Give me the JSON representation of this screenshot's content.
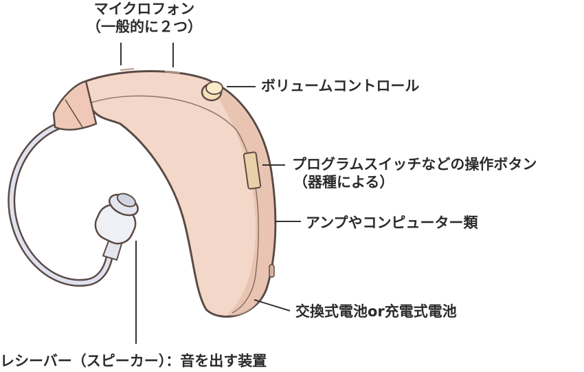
{
  "labels": {
    "microphone_line1": "マイクロフォン",
    "microphone_line2": "（一般的に２つ）",
    "volume": "ボリュームコントロール",
    "program_line1": "プログラムスイッチなどの操作ボタン",
    "program_line2": "（器種による）",
    "amp": "アンプやコンピューター類",
    "battery": "交換式電池or充電式電池",
    "receiver": "レシーバー（スピーカー）：音を出す装置"
  },
  "colors": {
    "body_fill": "#f3d7c9",
    "body_shade": "#e6bfad",
    "outline": "#5a4a44",
    "tube": "#d9dce8",
    "leader_line": "#333333",
    "text": "#2b2b2b"
  }
}
